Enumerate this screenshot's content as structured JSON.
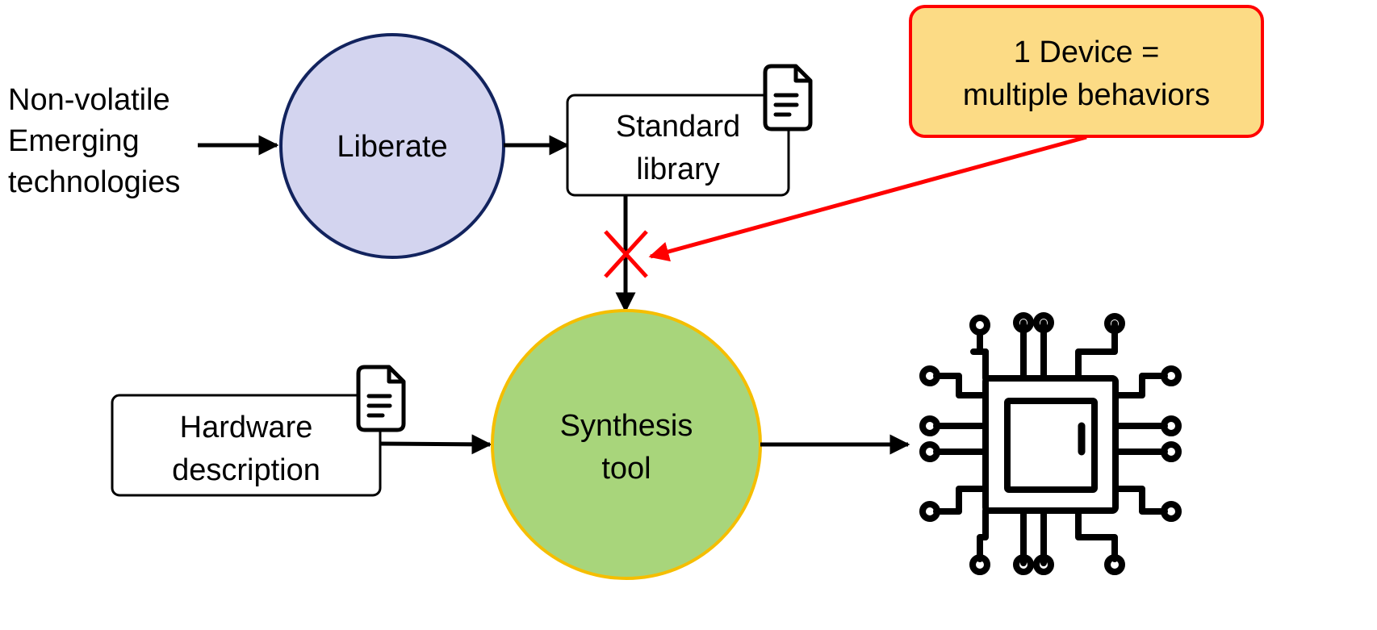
{
  "input": {
    "line1": "Non-volatile",
    "line2": "Emerging",
    "line3": "technologies"
  },
  "liberate": {
    "label": "Liberate",
    "fill": "#D3D4EF",
    "stroke": "#12235E"
  },
  "standard_library": {
    "line1": "Standard",
    "line2": "library"
  },
  "callout": {
    "line1": "1 Device =",
    "line2": "multiple behaviors",
    "fill": "#FCDB85",
    "stroke": "#FF0000"
  },
  "hardware_description": {
    "line1": "Hardware",
    "line2": "description"
  },
  "synthesis_tool": {
    "line1": "Synthesis",
    "line2": "tool",
    "fill": "#A8D57B",
    "stroke": "#F5BE00"
  },
  "icons": {
    "document": "document-icon",
    "chip": "chip-icon",
    "blocked": "red-x-icon"
  },
  "colors": {
    "block_red": "#FF0000",
    "line_black": "#000000"
  }
}
